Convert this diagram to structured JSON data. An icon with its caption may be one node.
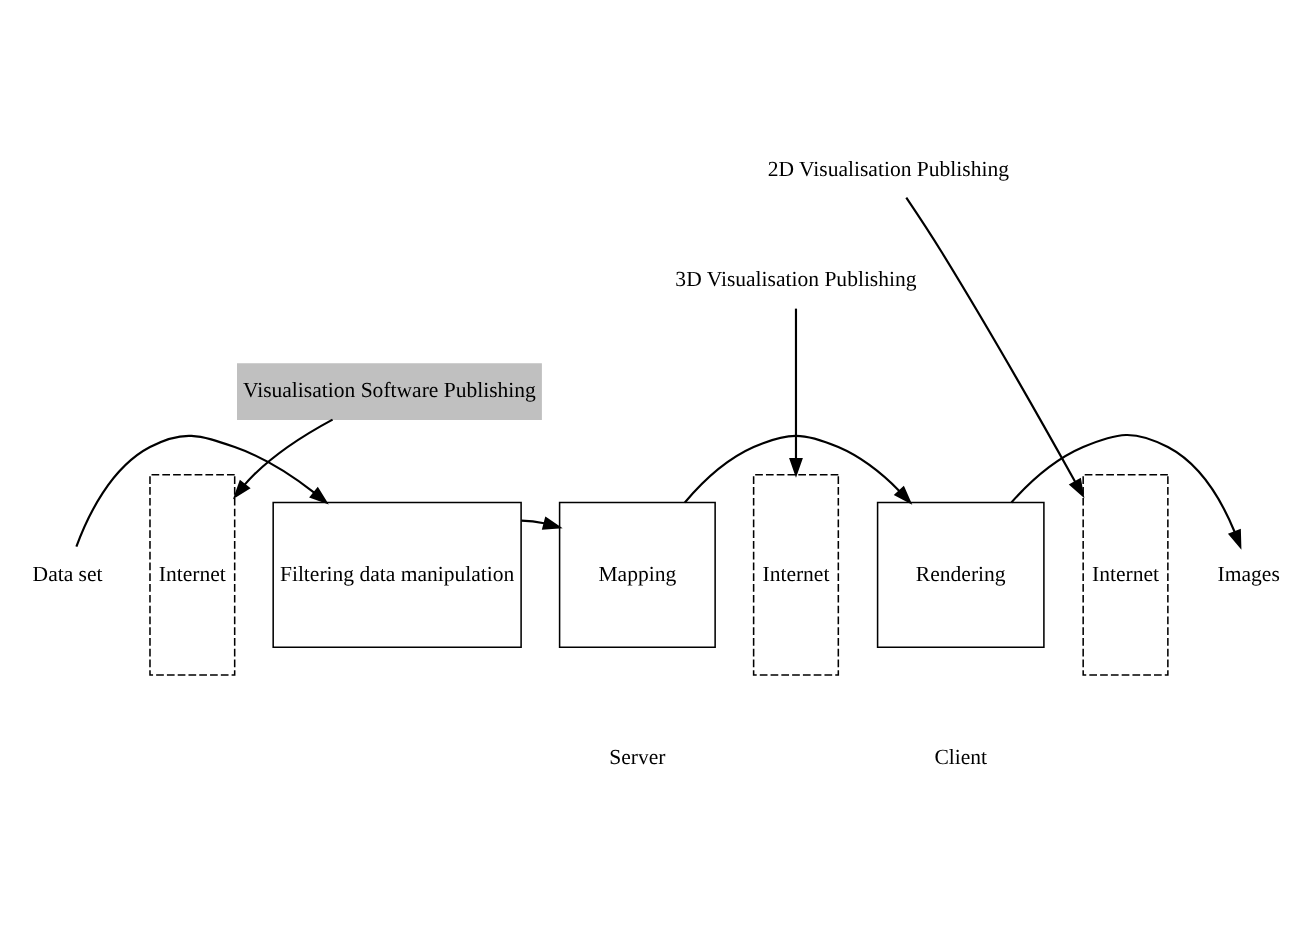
{
  "diagram": {
    "nodes": [
      {
        "text": [
          "2D Visualisation Publishing"
        ]
      },
      {
        "text": [
          "3D Visualisation Publishing"
        ]
      },
      {
        "text": [
          "Visualisation Software Publishing"
        ]
      },
      {
        "text": [
          "Data set"
        ]
      },
      {
        "text": [
          "Filtering data manipulation"
        ]
      },
      {
        "text": [
          "Mapping"
        ]
      },
      {
        "text": [
          "Rendering"
        ]
      },
      {
        "text": [
          "Images"
        ]
      },
      {
        "text": [
          "Internet"
        ]
      },
      {
        "text": [
          "Internet"
        ]
      },
      {
        "text": [
          "Internet"
        ]
      }
    ],
    "edges": [
      {
        "from": 0,
        "to": 10,
        "arrow": "to"
      },
      {
        "from": 1,
        "to": 9,
        "arrow": "to"
      },
      {
        "from": 2,
        "to": 8,
        "arrow": "to"
      },
      {
        "from": 3,
        "to": 4,
        "arrow": "to"
      },
      {
        "from": 4,
        "to": 5,
        "arrow": "to"
      },
      {
        "from": 5,
        "to": 6,
        "arrow": "to"
      },
      {
        "from": 6,
        "to": 7,
        "arrow": "to"
      }
    ],
    "labels": [
      "Server",
      "Client"
    ]
  }
}
